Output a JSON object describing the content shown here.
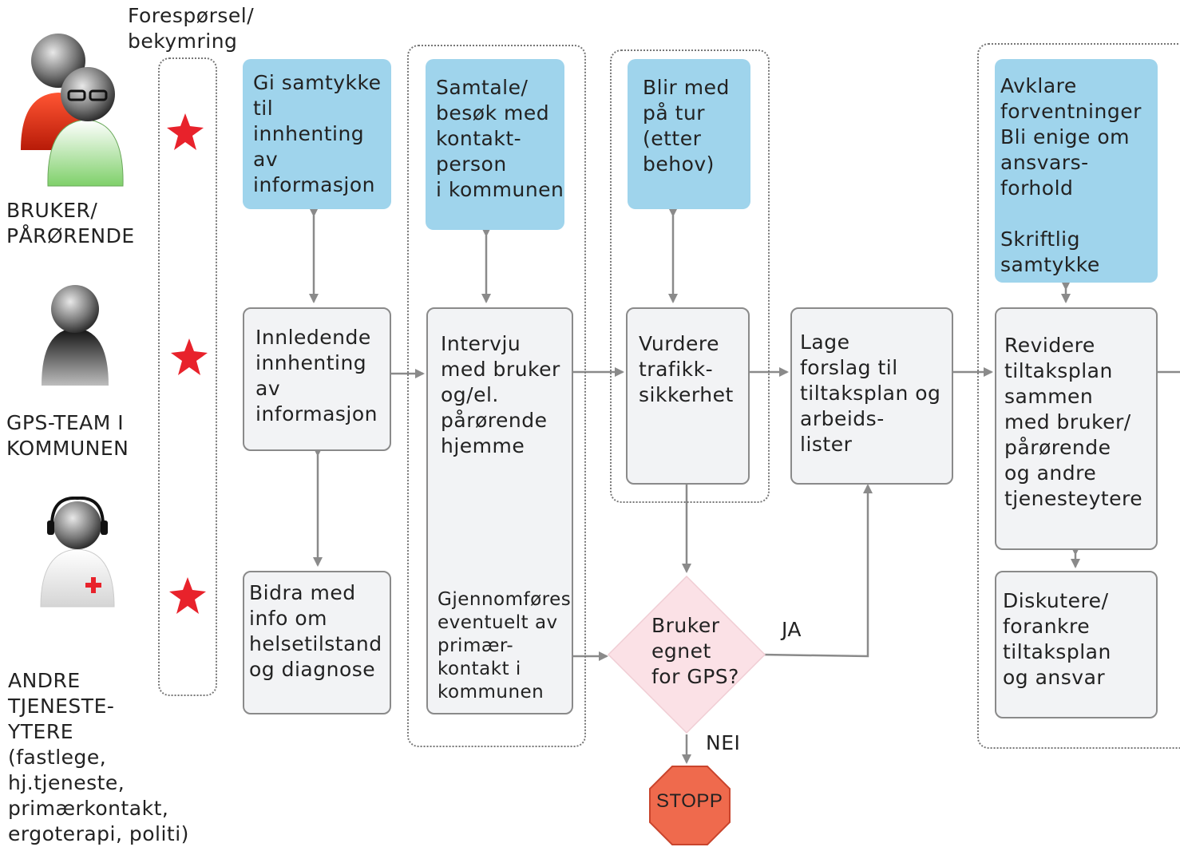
{
  "header": {
    "request_label": "Forespørsel/\nbekymring"
  },
  "roles": {
    "user": "BRUKER/\nPÅRØRENDE",
    "team": "GPS-TEAM I\nKOMMUNEN",
    "others": "ANDRE\nTJENESTE-\nYTERE\n(fastlege,\nhj.tjeneste,\nprimærkontakt,\nergoterapi, politi)"
  },
  "blue_boxes": {
    "consent": "Gi samtykke\ntil\ninnhenting\nav\ninformasjon",
    "talk": "Samtale/\nbesøk med\nkontakt-\nperson\ni kommunen",
    "trip": "Blir med\npå tur\n(etter\nbehov)",
    "clarify": "Avklare\nforventninger\nBli enige om\nansvars-\nforhold\n\nSkriftlig\nsamtykke"
  },
  "process_boxes": {
    "collect": "Innledende\ninnhenting\nav\ninformasjon",
    "interview": "Intervju\nmed bruker\nog/el.\npårørende\nhjemme",
    "interview_note": "Gjennomføres\neventuelt av\nprimær-\nkontakt i\nkommunen",
    "traffic": "Vurdere\ntrafikk-\nsikkerhet",
    "plan": "Lage\nforslag til\ntiltaksplan og\narbeids-\nlister",
    "revise": "Revidere\ntiltaksplan\nsammen\nmed bruker/\npårørende\nog andre\ntjenesteytere",
    "health": "Bidra med\ninfo om\nhelsetilstand\nog diagnose",
    "discuss": "Diskutere/\nforankre\ntiltaksplan\nog ansvar"
  },
  "decision": {
    "question": "Bruker\negnet\nfor GPS?",
    "yes": "JA",
    "no": "NEI"
  },
  "stop": {
    "label": "STOPP"
  },
  "colors": {
    "blue": "#9fd4ec",
    "box": "#f2f3f5",
    "decision": "#fbe1e6",
    "stop": "#ef6a4d",
    "star": "#e8222b"
  }
}
